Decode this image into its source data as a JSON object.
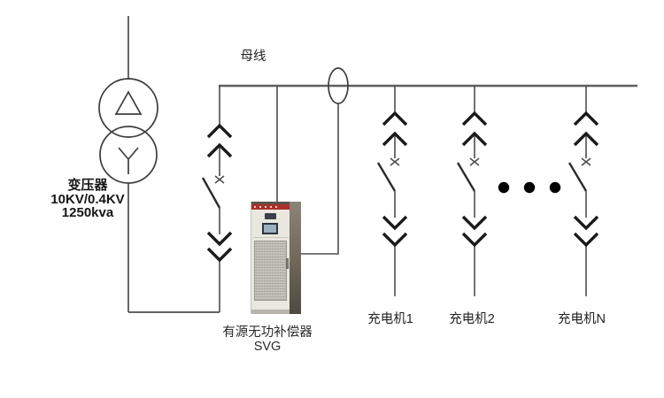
{
  "labels": {
    "bus": "母线",
    "transformer": {
      "name": "变压器",
      "ratio": "10KV/0.4KV",
      "capacity": "1250kva"
    },
    "compensator": {
      "line1": "有源无功补偿器",
      "line2": "SVG"
    },
    "chargers": [
      "充电机1",
      "充电机2",
      "充电机N"
    ]
  },
  "icons": {
    "transformer_symbol": "two-overlapping-circles-delta-wye",
    "winding_top": "delta-triangle",
    "winding_bottom": "wye-Y",
    "breaker_contacts": "double-chevron-drawout-contacts",
    "switch": "open-disconnect-blade-with-x",
    "bus_instrument": "current-transformer-ellipse",
    "continuation": "three-black-dots"
  },
  "colors": {
    "background": "#ffffff",
    "thin_line": "#4d4d4d",
    "symbol_stroke": "#1a1a1a",
    "bus_line": "#5f5f5f",
    "dots": "#000000",
    "cabinet_body": "#eae7df",
    "cabinet_stripe": "#a8322b",
    "cabinet_side": "#6e6759",
    "cabinet_screen": "#9cb0c1"
  }
}
